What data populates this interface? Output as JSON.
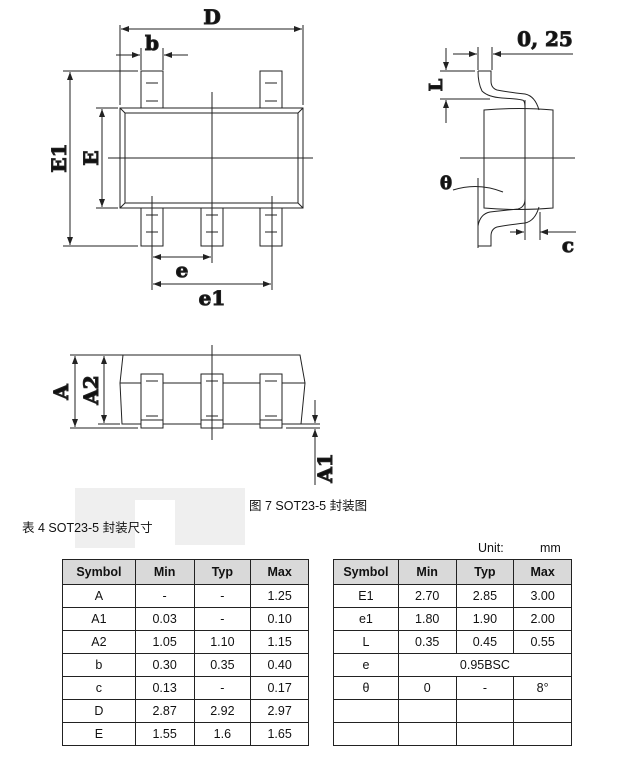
{
  "figure": {
    "labels": {
      "D": "D",
      "b": "b",
      "E1": "E1",
      "E": "E",
      "e": "e",
      "e1": "e1",
      "pitch": "0, 25",
      "L": "L",
      "theta": "θ",
      "c": "c",
      "A": "A",
      "A2": "A2",
      "A1": "A1"
    },
    "caption": "图 7 SOT23-5 封装图"
  },
  "table_title": "表 4 SOT23-5 封装尺寸",
  "unit": {
    "label": "Unit:",
    "value": "mm"
  },
  "headers": [
    "Symbol",
    "Min",
    "Typ",
    "Max"
  ],
  "left_rows": [
    [
      "A",
      "-",
      "-",
      "1.25"
    ],
    [
      "A1",
      "0.03",
      "-",
      "0.10"
    ],
    [
      "A2",
      "1.05",
      "1.10",
      "1.15"
    ],
    [
      "b",
      "0.30",
      "0.35",
      "0.40"
    ],
    [
      "c",
      "0.13",
      "-",
      "0.17"
    ],
    [
      "D",
      "2.87",
      "2.92",
      "2.97"
    ],
    [
      "E",
      "1.55",
      "1.6",
      "1.65"
    ]
  ],
  "right_rows": [
    [
      "E1",
      "2.70",
      "2.85",
      "3.00"
    ],
    [
      "e1",
      "1.80",
      "1.90",
      "2.00"
    ],
    [
      "L",
      "0.35",
      "0.45",
      "0.55"
    ],
    [
      "e",
      "0.95BSC"
    ],
    [
      "θ",
      "0",
      "-",
      "8°"
    ],
    [
      "",
      "",
      "",
      ""
    ],
    [
      "",
      "",
      "",
      ""
    ]
  ]
}
